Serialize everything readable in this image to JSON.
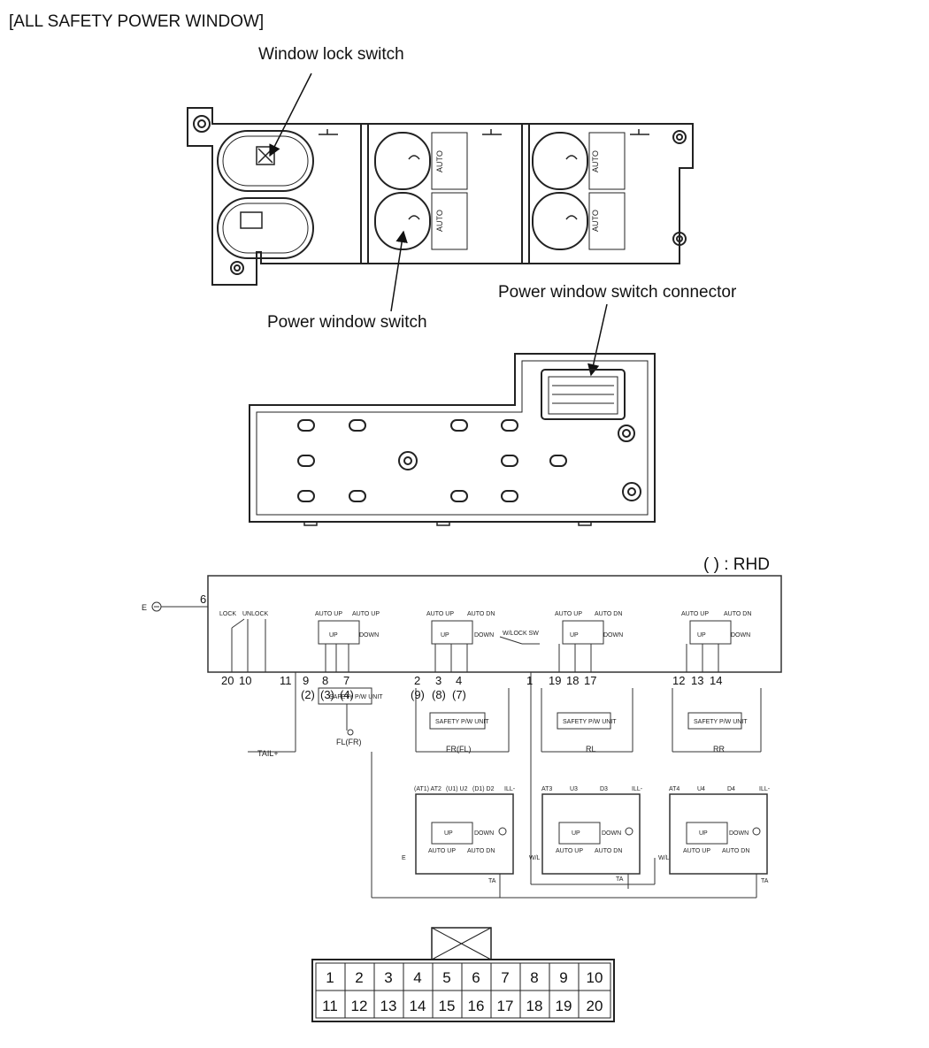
{
  "heading": "[ALL SAFETY POWER WINDOW]",
  "labels": {
    "window_lock_switch": "Window lock switch",
    "power_window_switch": "Power window switch",
    "power_window_switch_connector": "Power window switch connector",
    "rhd_note": "(   ) : RHD"
  },
  "switch_text": {
    "auto": "AUTO"
  },
  "schematic": {
    "ground": "E",
    "tail": "TAIL+",
    "top_pin": "6",
    "pins_bottom": [
      "20",
      "10",
      "11",
      "9",
      "8",
      "7",
      "2",
      "3",
      "4",
      "1",
      "19",
      "18",
      "17",
      "12",
      "13",
      "14"
    ],
    "pins_rhd": [
      "(2)",
      "(3)",
      "(4)",
      "(9)",
      "(8)",
      "(7)"
    ],
    "lock_labels": [
      "LOCK",
      "UNLOCK"
    ],
    "switch_labels": [
      "AUTO UP",
      "UP",
      "AUTO UP",
      "DOWN",
      "AUTO UP",
      "UP",
      "AUTO DN",
      "DOWN",
      "AUTO UP",
      "UP",
      "AUTO DN",
      "DOWN",
      "AUTO UP",
      "UP",
      "AUTO DN",
      "DOWN"
    ],
    "wlock_sw": "W/LOCK SW",
    "safety_unit": "SAFETY P/W UNIT",
    "motors": [
      "FL(FR)",
      "FR(FL)",
      "RL",
      "RR"
    ],
    "sub_pins": [
      "(AT1) AT2",
      "(U1) U2",
      "(D1) D2",
      "ILL-",
      "AT3",
      "U3",
      "D3",
      "ILL-",
      "AT4",
      "U4",
      "D4",
      "ILL-"
    ],
    "sub_switch_labels": [
      "UP",
      "DOWN",
      "AUTO UP",
      "AUTO DN"
    ],
    "ta": "TA",
    "wl": "W/L"
  },
  "connector": {
    "row1": [
      "1",
      "2",
      "3",
      "4",
      "5",
      "6",
      "7",
      "8",
      "9",
      "10"
    ],
    "row2": [
      "11",
      "12",
      "13",
      "14",
      "15",
      "16",
      "17",
      "18",
      "19",
      "20"
    ]
  }
}
